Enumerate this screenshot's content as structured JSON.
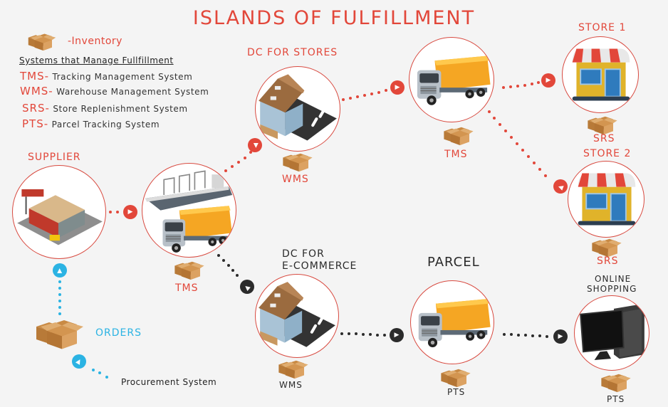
{
  "title": "ISLANDS OF FULFILLMENT",
  "legend": {
    "inventory_label": "-Inventory",
    "heading": "Systems that Manage Fullfillment",
    "items": [
      {
        "abbr": "TMS-",
        "text": "Tracking Management System"
      },
      {
        "abbr": "WMS-",
        "text": "Warehouse Management System"
      },
      {
        "abbr": "SRS-",
        "text": "Store Replenishment System"
      },
      {
        "abbr": "PTS-",
        "text": "Parcel Tracking System"
      }
    ]
  },
  "nodes": {
    "supplier": {
      "label": "SUPPLIER",
      "icon": "factory"
    },
    "transport": {
      "system": "TMS",
      "icon": "ship-and-truck"
    },
    "dc_stores": {
      "label": "DC FOR STORES",
      "system": "WMS",
      "icon": "warehouse"
    },
    "dc_stores_truck": {
      "system": "TMS",
      "icon": "truck"
    },
    "store1": {
      "label": "STORE 1",
      "system": "SRS",
      "icon": "storefront"
    },
    "store2": {
      "label": "STORE 2",
      "system": "SRS",
      "icon": "storefront"
    },
    "dc_ecommerce": {
      "label_line1": "DC FOR",
      "label_line2": "E-COMMERCE",
      "system": "WMS",
      "icon": "warehouse"
    },
    "parcel": {
      "label": "PARCEL",
      "system": "PTS",
      "icon": "truck"
    },
    "online": {
      "label_line1": "ONLINE",
      "label_line2": "SHOPPING",
      "system": "PTS",
      "icon": "computer"
    },
    "orders": {
      "label": "ORDERS",
      "system": "Procurement System",
      "icon": "boxes"
    }
  },
  "colors": {
    "accent_red": "#e2473a",
    "dark": "#2b2b2b",
    "blue": "#2bb3e3",
    "background": "#f4f4f4"
  }
}
